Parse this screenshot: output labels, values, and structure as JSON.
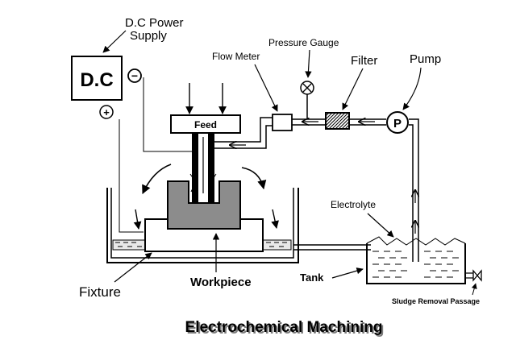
{
  "labels": {
    "dc_power_line1": "D.C Power",
    "dc_power_line2": "Supply",
    "dc_box": "D.C",
    "negative_sign": "−",
    "positive_sign": "+",
    "feed": "Feed",
    "flow_meter": "Flow Meter",
    "pressure_gauge": "Pressure Gauge",
    "filter": "Filter",
    "pump": "Pump",
    "pump_symbol": "P",
    "electrolyte": "Electrolyte",
    "fixture": "Fixture",
    "workpiece": "Workpiece",
    "tank": "Tank",
    "sludge": "Sludge Removal Passage",
    "title": "Electrochemical Machining"
  },
  "colors": {
    "line": "#000000",
    "workpiece_fill": "#8c8c8c",
    "filter_fill": "#5a5a5a",
    "electrolyte_fill": "#d9d9d9",
    "background": "#ffffff",
    "title_shadow": "#7a7a7a"
  }
}
